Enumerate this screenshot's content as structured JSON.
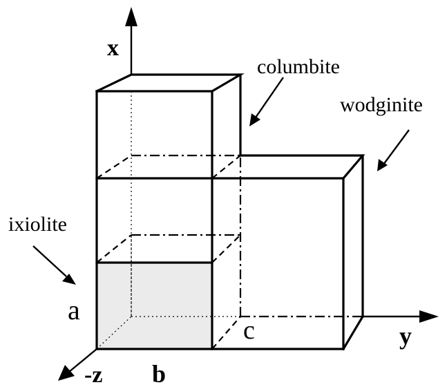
{
  "labels": {
    "x_axis": "x",
    "y_axis": "y",
    "z_axis": "-z",
    "a": "a",
    "b": "b",
    "c": "c",
    "columbite": "columbite",
    "wodginite": "wodginite",
    "ixiolite": "ixiolite"
  },
  "colors": {
    "shaded_cell": "#ebebeb",
    "lines": "#000000"
  }
}
